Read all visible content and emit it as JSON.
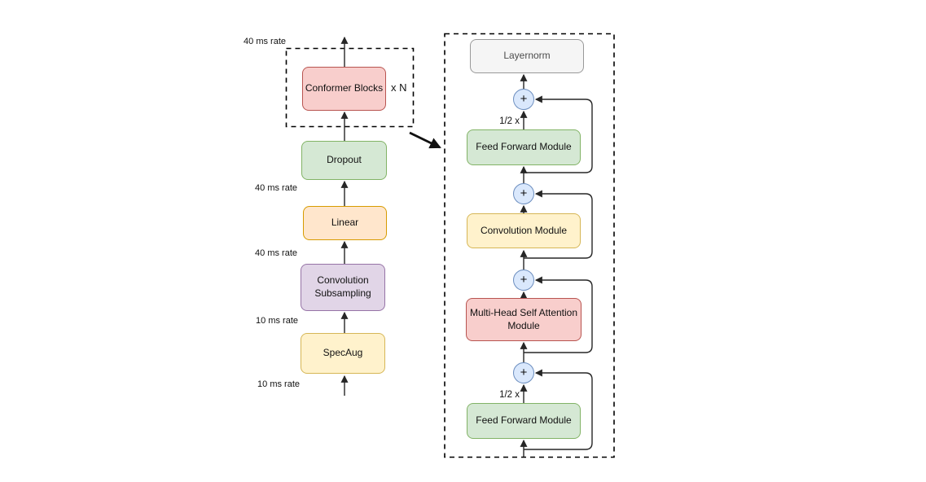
{
  "encoder": {
    "output_rate": "40 ms rate",
    "conformer_blocks": {
      "label": "Conformer Blocks",
      "repeat": "x N"
    },
    "dropout": "Dropout",
    "rate_above_linear": "40 ms rate",
    "linear": "Linear",
    "rate_above_conv_subsampling": "40 ms rate",
    "conv_subsampling": "Convolution Subsampling",
    "rate_above_specaug": "10 ms rate",
    "specaug": "SpecAug",
    "input_rate": "10 ms rate"
  },
  "conformer_block_detail": {
    "layernorm": "Layernorm",
    "adder": "+",
    "half_scale_top": "1/2 x",
    "feed_forward_top": "Feed Forward Module",
    "convolution_module": "Convolution Module",
    "multi_head_self_attention": "Multi-Head Self Attention Module",
    "half_scale_bottom": "1/2 x",
    "feed_forward_bottom": "Feed Forward Module"
  },
  "colors": {
    "pink_fill": "#f8cecc",
    "pink_stroke": "#b85450",
    "green_fill": "#d5e8d4",
    "green_stroke": "#82b366",
    "orange_fill": "#ffe6cc",
    "orange_stroke": "#d79b00",
    "purple_fill": "#e1d5e7",
    "purple_stroke": "#9673a6",
    "yellow_fill": "#fff2cc",
    "yellow_stroke": "#d6b656",
    "gray_fill": "#f5f5f5",
    "gray_stroke": "#999999",
    "adder_fill": "#dae8fc",
    "adder_stroke": "#6c8ebf",
    "line": "#262626"
  }
}
